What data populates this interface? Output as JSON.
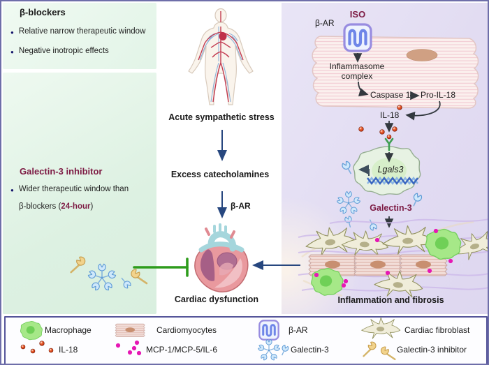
{
  "left_panel": {
    "beta_blockers": {
      "title": "β-blockers",
      "bullet1": "Relative narrow therapeutic window",
      "bullet2": "Negative inotropic effects"
    },
    "galectin_inhibitor": {
      "title": "Galectin-3 inhibitor",
      "bullet_line1": "Wider therapeutic window than",
      "bullet_line2_prefix": "β-blockers (",
      "bullet_line2_highlight": "24-hour",
      "bullet_line2_suffix": ")"
    }
  },
  "center_pathway": {
    "step1": "Acute sympathetic stress",
    "step2": "Excess catecholamines",
    "receptor_label": "β-AR",
    "outcome": "Cardiac dysfunction"
  },
  "right_pathway": {
    "stimulus": "ISO",
    "receptor_label": "β-AR",
    "inflammasome_line1": "Inflammasome",
    "inflammasome_line2": "complex",
    "caspase": "Caspase 1",
    "pro_il18": "Pro-IL-18",
    "il18": "IL-18",
    "gene": "Lgals3",
    "protein": "Galectin-3",
    "outcome": "Inflammation and fibrosis"
  },
  "legend": {
    "items": [
      {
        "icon": "macrophage-icon",
        "label": "Macrophage"
      },
      {
        "icon": "cardiomyocyte-icon",
        "label": "Cardiomyocytes"
      },
      {
        "icon": "beta-ar-icon",
        "label": "β-AR"
      },
      {
        "icon": "cardiac-fibroblast-icon",
        "label": "Cardiac fibroblast"
      },
      {
        "icon": "il18-icon",
        "label": "IL-18"
      },
      {
        "icon": "mcp-icon",
        "label": "MCP-1/MCP-5/IL-6"
      },
      {
        "icon": "galectin3-icon",
        "label": "Galectin-3"
      },
      {
        "icon": "galectin3-inhibitor-icon",
        "label": "Galectin-3 inhibitor"
      }
    ]
  },
  "colors": {
    "maroon_accent": "#7d1b44",
    "navy_arrow": "#27477f",
    "inhibition_green": "#2e9c1c",
    "left_panel_green": "#ddf1e2",
    "right_panel_lavender": "#e2dcf2",
    "legend_border": "#55559a",
    "il18_red": "#c62e08",
    "mcp_magenta": "#e618b4"
  }
}
